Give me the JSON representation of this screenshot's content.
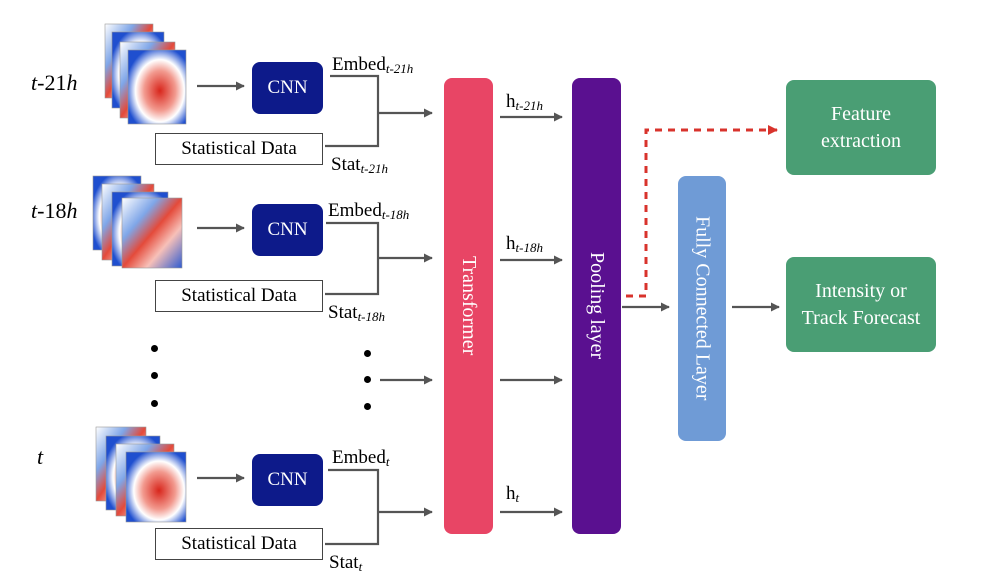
{
  "colors": {
    "cnn": "#0d1a8a",
    "transformer": "#e84565",
    "pooling": "#5a1090",
    "fc": "#6f9bd6",
    "output": "#4a9e74",
    "arrow": "#555555",
    "dashed_arrow": "#d8332c"
  },
  "rows": [
    {
      "time_main": "t",
      "time_rest": "-21",
      "time_unit": "h",
      "cnn": "CNN",
      "embed": "Embed",
      "embed_sub": "t-21h",
      "stat_box": "Statistical Data",
      "stat": "Stat",
      "stat_sub": "t-21h",
      "h": "h",
      "h_sub": "t-21h"
    },
    {
      "time_main": "t",
      "time_rest": "-18",
      "time_unit": "h",
      "cnn": "CNN",
      "embed": "Embed",
      "embed_sub": "t-18h",
      "stat_box": "Statistical Data",
      "stat": "Stat",
      "stat_sub": "t-18h",
      "h": "h",
      "h_sub": "t-18h"
    },
    {
      "time_main": "t",
      "time_rest": "",
      "time_unit": "",
      "cnn": "CNN",
      "embed": "Embed",
      "embed_sub": "t",
      "stat_box": "Statistical Data",
      "stat": "Stat",
      "stat_sub": "t",
      "h": "h",
      "h_sub": "t"
    }
  ],
  "blocks": {
    "transformer": "Transformer",
    "pooling": "Pooling layer",
    "fc": "Fully Connected Layer"
  },
  "outputs": {
    "feature_line1": "Feature",
    "feature_line2": "extraction",
    "forecast_line1": "Intensity or",
    "forecast_line2": "Track Forecast"
  }
}
